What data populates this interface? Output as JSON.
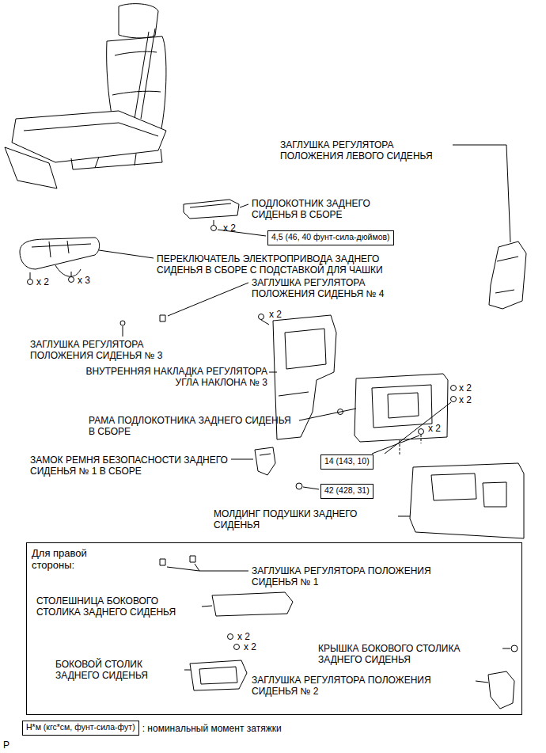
{
  "diagram": {
    "nodes": [
      {
        "text": [
          "4,5 (46, 40 фунт-сила-дюймов)"
        ]
      },
      {
        "text": [
          "14 (143, 10)"
        ]
      },
      {
        "text": [
          "42 (428, 31)"
        ]
      },
      {
        "text": [
          "Для правой стороны:"
        ]
      },
      {
        "text": [
          "Н*м (кгс*см, фунт-сила-фут)"
        ]
      }
    ],
    "labels": [
      "ЗАГЛУШКА РЕГУЛЯТОРА ПОЛОЖЕНИЯ ЛЕВОГО СИДЕНЬЯ",
      "ПОДЛОКОТНИК ЗАДНЕГО СИДЕНЬЯ В СБОРЕ",
      "x 2",
      "ПЕРЕКЛЮЧАТЕЛЬ ЭЛЕКТРОПРИВОДА ЗАДНЕГО СИДЕНЬЯ В СБОРЕ С ПОДСТАВКОЙ ДЛЯ ЧАШКИ",
      "x 2",
      "x 3",
      "ЗАГЛУШКА РЕГУЛЯТОРА ПОЛОЖЕНИЯ СИДЕНЬЯ № 4",
      "x 2",
      "ЗАГЛУШКА РЕГУЛЯТОРА ПОЛОЖЕНИЯ СИДЕНЬЯ № 3",
      "ВНУТРЕННЯЯ НАКЛАДКА РЕГУЛЯТОРА УГЛА НАКЛОНА № 3",
      "x 2",
      "x 2",
      "РАМА ПОДЛОКОТНИКА ЗАДНЕГО СИДЕНЬЯ В СБОРЕ",
      "x 2",
      "ЗАМОК РЕМНЯ БЕЗОПАСНОСТИ ЗАДНЕГО СИДЕНЬЯ № 1 В СБОРЕ",
      "МОЛДИНГ ПОДУШКИ ЗАДНЕГО СИДЕНЬЯ",
      "ЗАГЛУШКА РЕГУЛЯТОРА ПОЛОЖЕНИЯ СИДЕНЬЯ № 1",
      "СТОЛЕШНИЦА БОКОВОГО СТОЛИКА ЗАДНЕГО СИДЕНЬЯ",
      "x 2",
      "x 2",
      "КРЫШКА БОКОВОГО СТОЛИКА ЗАДНЕГО СИДЕНЬЯ",
      "БОКОВОЙ СТОЛИК ЗАДНЕГО СИДЕНЬЯ",
      "ЗАГЛУШКА РЕГУЛЯТОРА ПОЛОЖЕНИЯ СИДЕНЬЯ № 2",
      ": номинальный момент затяжки",
      "P"
    ]
  }
}
